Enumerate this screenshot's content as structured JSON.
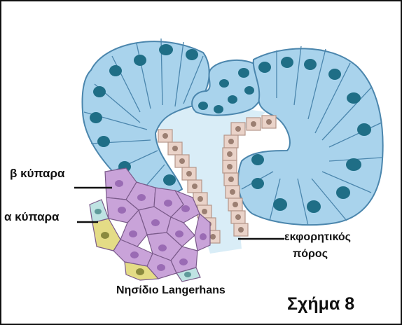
{
  "labels": {
    "beta_cells": "β κύπαρα",
    "alpha_cells": "α κύπαρα",
    "duct_line1": "εκφορητικός",
    "duct_line2": "πόρος",
    "islet": "Νησίδιο Langerhans",
    "figure_number": "Σχήμα 8"
  },
  "colors": {
    "acinar_fill": "#a9d3ec",
    "acinar_stroke": "#4b86ad",
    "nucleus": "#1f6e86",
    "duct_cell": "#ead3c9",
    "duct_nucleus": "#9b7f72",
    "lumen": "#d9edf7",
    "beta_cell": "#c9a3d9",
    "beta_nucleus": "#9a6bb4",
    "alpha_cell": "#e4dc86",
    "delta_cell": "#bfe3e3"
  }
}
